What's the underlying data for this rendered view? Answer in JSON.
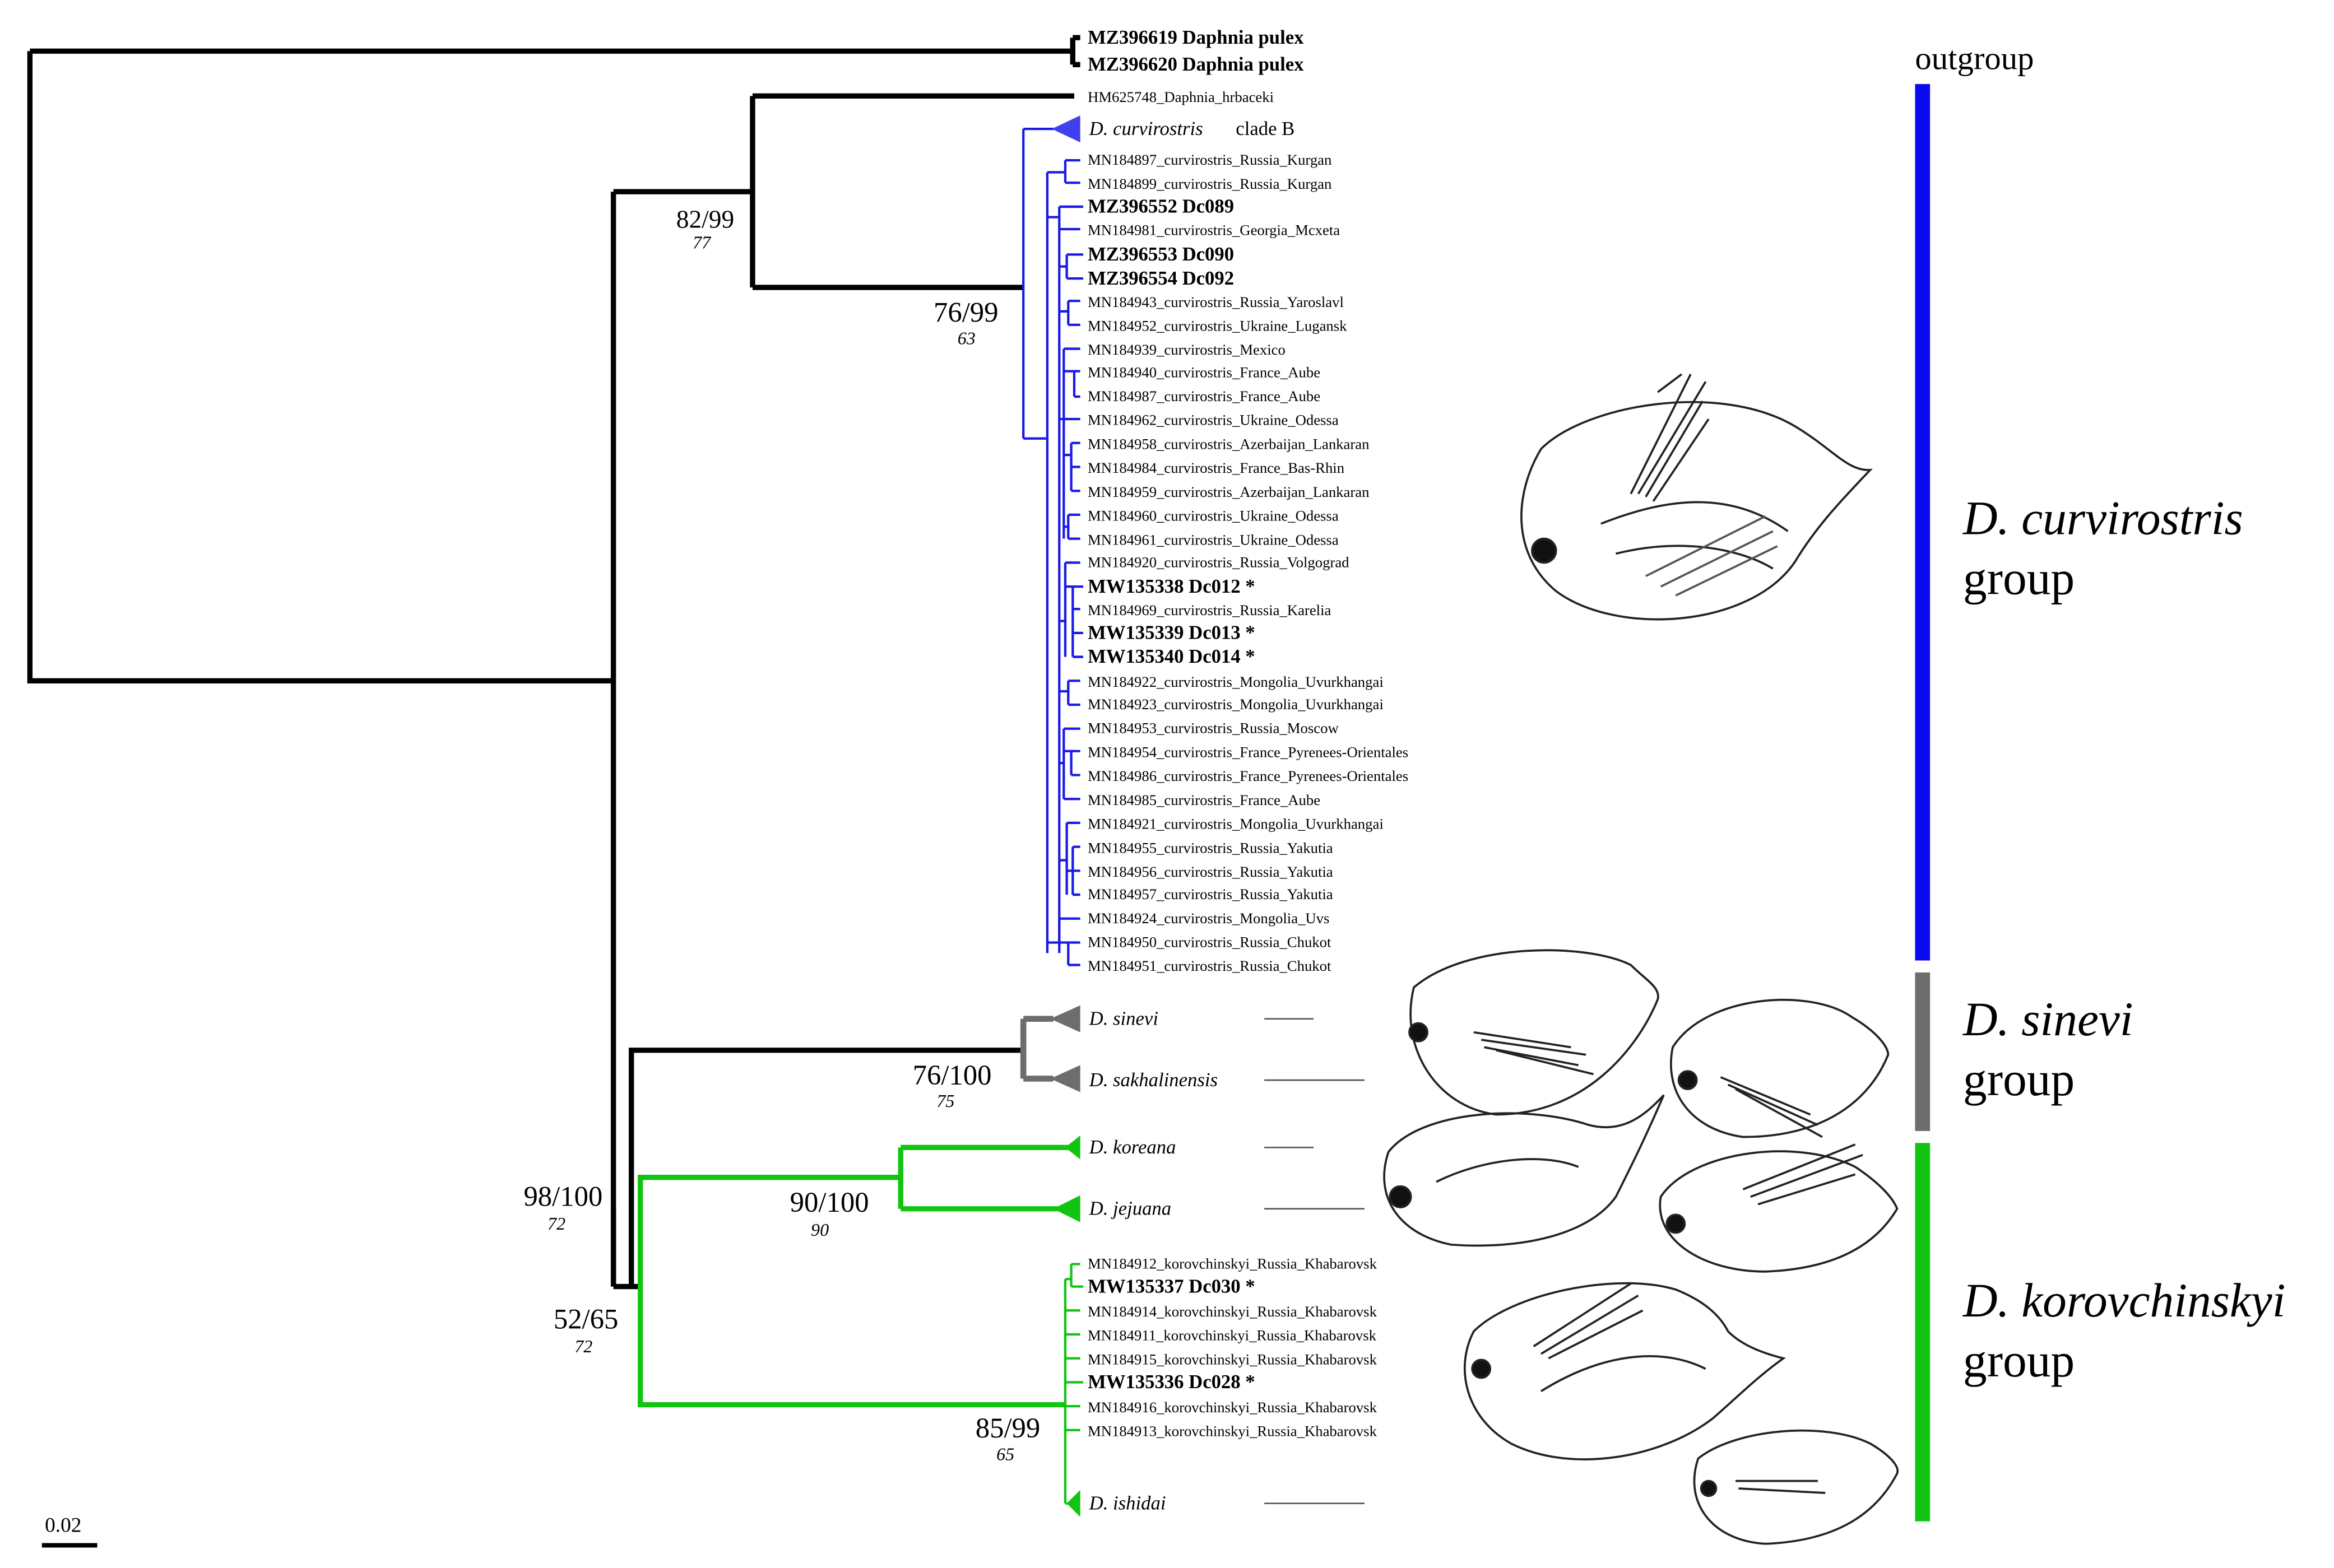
{
  "colors": {
    "black": "#000000",
    "blue": "#1a1ae6",
    "blue_bar": "#0a0aee",
    "gray": "#6d6d6d",
    "green": "#12c412"
  },
  "tips": {
    "t1": "MZ396619 Daphnia pulex",
    "t2": "MZ396620 Daphnia pulex",
    "t3": "HM625748_Daphnia_hrbaceki",
    "t4a": "D. curvirostris",
    "t4b": "clade B",
    "t5": "MN184897_curvirostris_Russia_Kurgan",
    "t6": "MN184899_curvirostris_Russia_Kurgan",
    "t7": "MZ396552 Dc089",
    "t8": "MN184981_curvirostris_Georgia_Mcxeta",
    "t9": "MZ396553 Dc090",
    "t10": "MZ396554 Dc092",
    "t11": "MN184943_curvirostris_Russia_Yaroslavl",
    "t12": "MN184952_curvirostris_Ukraine_Lugansk",
    "t13": "MN184939_curvirostris_Mexico",
    "t14": "MN184940_curvirostris_France_Aube",
    "t15": "MN184987_curvirostris_France_Aube",
    "t16": "MN184962_curvirostris_Ukraine_Odessa",
    "t17": "MN184958_curvirostris_Azerbaijan_Lankaran",
    "t18": "MN184984_curvirostris_France_Bas-Rhin",
    "t19": "MN184959_curvirostris_Azerbaijan_Lankaran",
    "t20": "MN184960_curvirostris_Ukraine_Odessa",
    "t21": "MN184961_curvirostris_Ukraine_Odessa",
    "t22": "MN184920_curvirostris_Russia_Volgograd",
    "t23": "MW135338 Dc012 *",
    "t24": "MN184969_curvirostris_Russia_Karelia",
    "t25": "MW135339 Dc013 *",
    "t26": "MW135340 Dc014 *",
    "t27": "MN184922_curvirostris_Mongolia_Uvurkhangai",
    "t28": "MN184923_curvirostris_Mongolia_Uvurkhangai",
    "t29": "MN184953_curvirostris_Russia_Moscow",
    "t30": "MN184954_curvirostris_France_Pyrenees-Orientales",
    "t31": "MN184986_curvirostris_France_Pyrenees-Orientales",
    "t32": "MN184985_curvirostris_France_Aube",
    "t33": "MN184921_curvirostris_Mongolia_Uvurkhangai",
    "t34": "MN184955_curvirostris_Russia_Yakutia",
    "t35": "MN184956_curvirostris_Russia_Yakutia",
    "t36": "MN184957_curvirostris_Russia_Yakutia",
    "t37": "MN184924_curvirostris_Mongolia_Uvs",
    "t38": "MN184950_curvirostris_Russia_Chukot",
    "t39": "MN184951_curvirostris_Russia_Chukot",
    "t40": "D. sinevi",
    "t41": "D. sakhalinensis",
    "t42": "D. koreana",
    "t43": "D. jejuana",
    "t44": "MN184912_korovchinskyi_Russia_Khabarovsk",
    "t45": "MW135337 Dc030 *",
    "t46": "MN184914_korovchinskyi_Russia_Khabarovsk",
    "t47": "MN184911_korovchinskyi_Russia_Khabarovsk",
    "t48": "MN184915_korovchinskyi_Russia_Khabarovsk",
    "t49": "MW135336 Dc028 *",
    "t50": "MN184916_korovchinskyi_Russia_Khabarovsk",
    "t51": "MN184913_korovchinskyi_Russia_Khabarovsk",
    "t52": "D. ishidai"
  },
  "support": {
    "s1": "82/99",
    "s1b": "77",
    "s2": "76/99",
    "s2b": "63",
    "s3": "76/100",
    "s3b": "75",
    "s4": "98/100",
    "s4b": "72",
    "s5": "90/100",
    "s5b": "90",
    "s6": "52/65",
    "s6b": "72",
    "s7": "85/99",
    "s7b": "65"
  },
  "groups": {
    "outgroup": "outgroup",
    "curv_1": "D. curvirostris",
    "curv_2": "group",
    "sinevi_1": "D. sinevi",
    "sinevi_2": "group",
    "korov_1": "D. korovchinskyi",
    "korov_2": "group"
  },
  "scale": {
    "label": "0.02"
  }
}
